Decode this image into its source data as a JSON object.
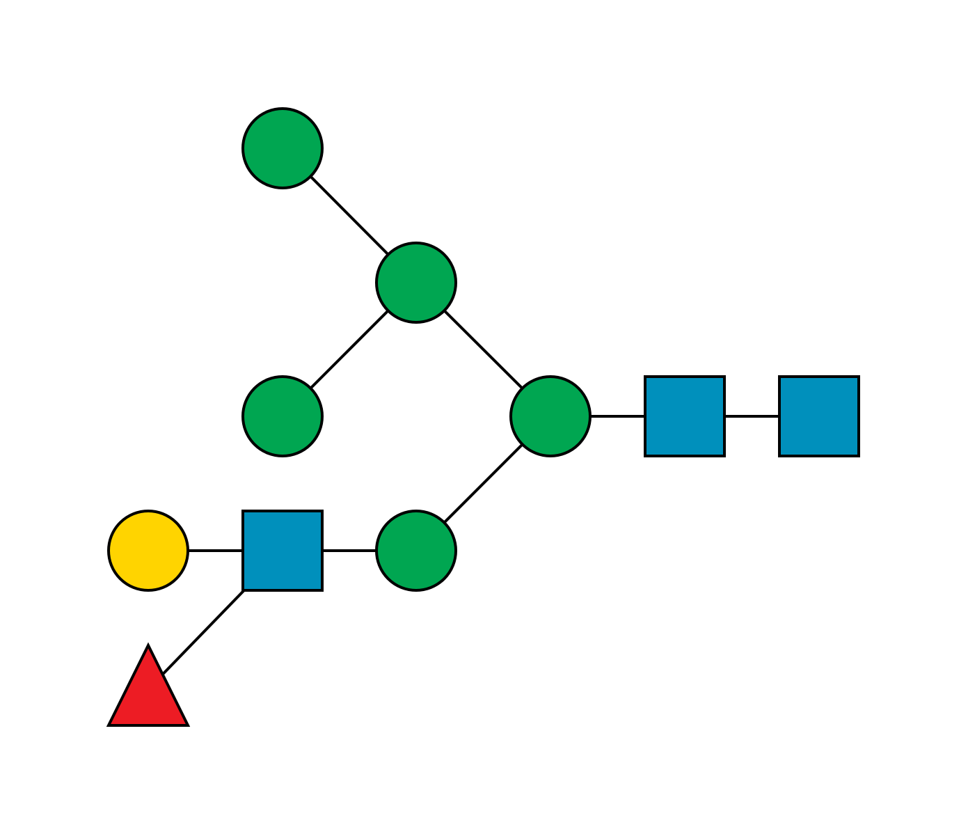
{
  "colors": {
    "background": "#ffffff",
    "line": "#000000",
    "green_circle": "#00A651",
    "blue_square": "#0090BC",
    "yellow_circle": "#FFD400",
    "red_triangle": "#ED1C24"
  },
  "residues": [
    {
      "id": "m1",
      "shape": "circle",
      "color": "green_circle"
    },
    {
      "id": "m2",
      "shape": "circle",
      "color": "green_circle"
    },
    {
      "id": "m3",
      "shape": "circle",
      "color": "green_circle"
    },
    {
      "id": "m4",
      "shape": "circle",
      "color": "green_circle"
    },
    {
      "id": "m5",
      "shape": "circle",
      "color": "green_circle"
    },
    {
      "id": "g1",
      "shape": "square",
      "color": "blue_square"
    },
    {
      "id": "g2",
      "shape": "square",
      "color": "blue_square"
    },
    {
      "id": "g3",
      "shape": "square",
      "color": "blue_square"
    },
    {
      "id": "gal",
      "shape": "circle",
      "color": "yellow_circle"
    },
    {
      "id": "fuc",
      "shape": "triangle",
      "color": "red_triangle"
    }
  ],
  "links": [
    {
      "from": "m1",
      "to": "m2"
    },
    {
      "from": "m3",
      "to": "m2"
    },
    {
      "from": "m2",
      "to": "m4"
    },
    {
      "from": "m5",
      "to": "m4"
    },
    {
      "from": "m4",
      "to": "g2"
    },
    {
      "from": "g2",
      "to": "g3"
    },
    {
      "from": "gal",
      "to": "g1"
    },
    {
      "from": "g1",
      "to": "m5"
    },
    {
      "from": "fuc",
      "to": "g1"
    }
  ]
}
